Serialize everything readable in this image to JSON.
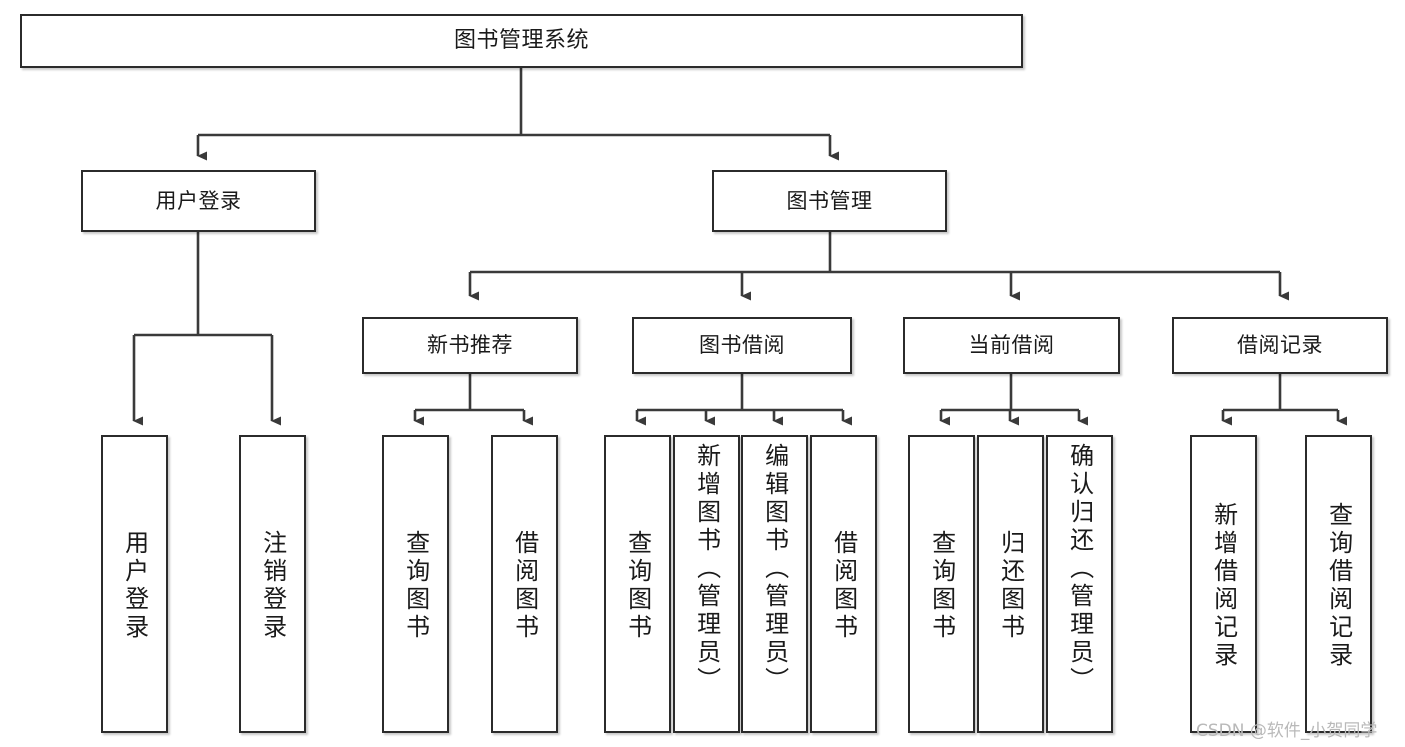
{
  "diagram": {
    "type": "tree-hierarchy-chart",
    "title": "图书管理系统",
    "watermark": "CSDN @软件_小贺同学",
    "colors": {
      "box_border": "#2b2b2b",
      "box_fill": "#ffffff",
      "connector": "#3a3a3a",
      "text": "#1a1a1a",
      "watermark": "#b9b9b9",
      "background": "#ffffff"
    },
    "nodes": {
      "root": {
        "label": "图书管理系统"
      },
      "level2": [
        {
          "label": "用户登录"
        },
        {
          "label": "图书管理"
        }
      ],
      "level3": [
        {
          "label": "新书推荐"
        },
        {
          "label": "图书借阅"
        },
        {
          "label": "当前借阅"
        },
        {
          "label": "借阅记录"
        }
      ],
      "leaves": {
        "user_login": [
          {
            "label": "用户登录"
          },
          {
            "label": "注销登录"
          }
        ],
        "new_book_recommend": [
          {
            "label": "查询图书"
          },
          {
            "label": "借阅图书"
          }
        ],
        "book_borrow": [
          {
            "label": "查询图书"
          },
          {
            "label": "新增图书（管理员）"
          },
          {
            "label": "编辑图书（管理员）"
          },
          {
            "label": "借阅图书"
          }
        ],
        "current_borrow": [
          {
            "label": "查询图书"
          },
          {
            "label": "归还图书"
          },
          {
            "label": "确认归还（管理员）"
          }
        ],
        "borrow_record": [
          {
            "label": "新增借阅记录"
          },
          {
            "label": "查询借阅记录"
          }
        ]
      }
    },
    "edges": [
      {
        "from": "图书管理系统",
        "to": "用户登录"
      },
      {
        "from": "图书管理系统",
        "to": "图书管理"
      },
      {
        "from": "用户登录",
        "to": "用户登录"
      },
      {
        "from": "用户登录",
        "to": "注销登录"
      },
      {
        "from": "图书管理",
        "to": "新书推荐"
      },
      {
        "from": "图书管理",
        "to": "图书借阅"
      },
      {
        "from": "图书管理",
        "to": "当前借阅"
      },
      {
        "from": "图书管理",
        "to": "借阅记录"
      },
      {
        "from": "新书推荐",
        "to": "查询图书"
      },
      {
        "from": "新书推荐",
        "to": "借阅图书"
      },
      {
        "from": "图书借阅",
        "to": "查询图书"
      },
      {
        "from": "图书借阅",
        "to": "新增图书（管理员）"
      },
      {
        "from": "图书借阅",
        "to": "编辑图书（管理员）"
      },
      {
        "from": "图书借阅",
        "to": "借阅图书"
      },
      {
        "from": "当前借阅",
        "to": "查询图书"
      },
      {
        "from": "当前借阅",
        "to": "归还图书"
      },
      {
        "from": "当前借阅",
        "to": "确认归还（管理员）"
      },
      {
        "from": "借阅记录",
        "to": "新增借阅记录"
      },
      {
        "from": "借阅记录",
        "to": "查询借阅记录"
      }
    ]
  }
}
